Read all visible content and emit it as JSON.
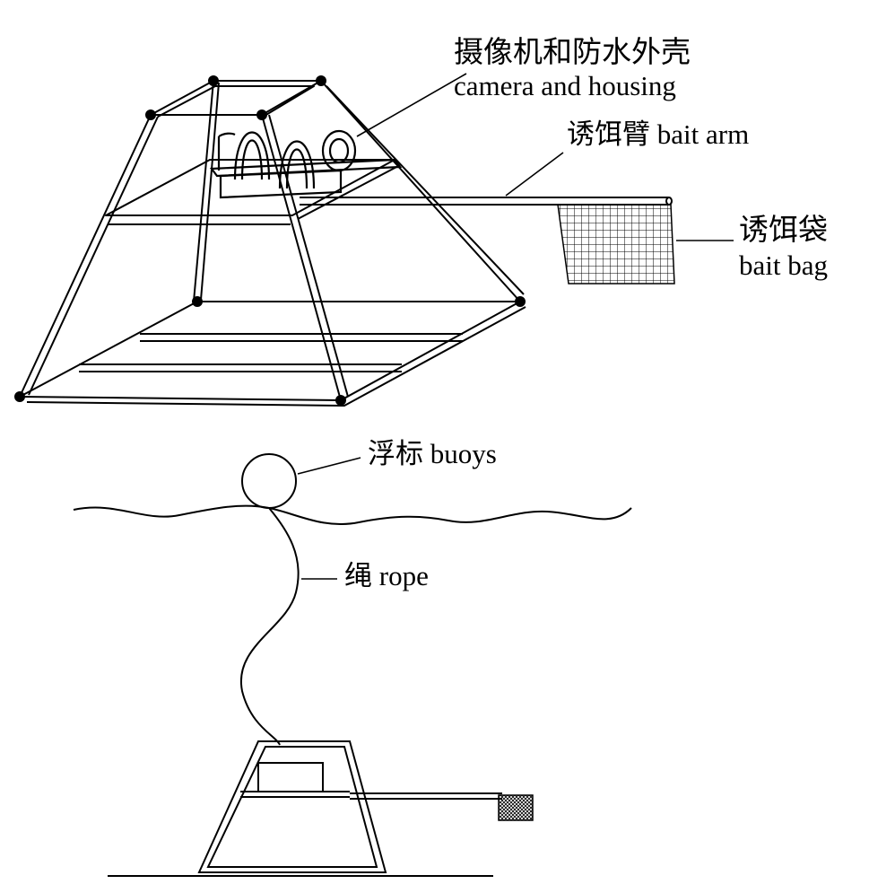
{
  "labels": {
    "camera_zh": "摄像机和防水外壳",
    "camera_en": "camera and housing",
    "bait_arm": "诱饵臂 bait arm",
    "bait_bag_zh": "诱饵袋",
    "bait_bag_en": "bait bag",
    "buoys": "浮标 buoys",
    "rope": "绳 rope"
  },
  "colors": {
    "line": "#000000",
    "background": "#ffffff"
  }
}
